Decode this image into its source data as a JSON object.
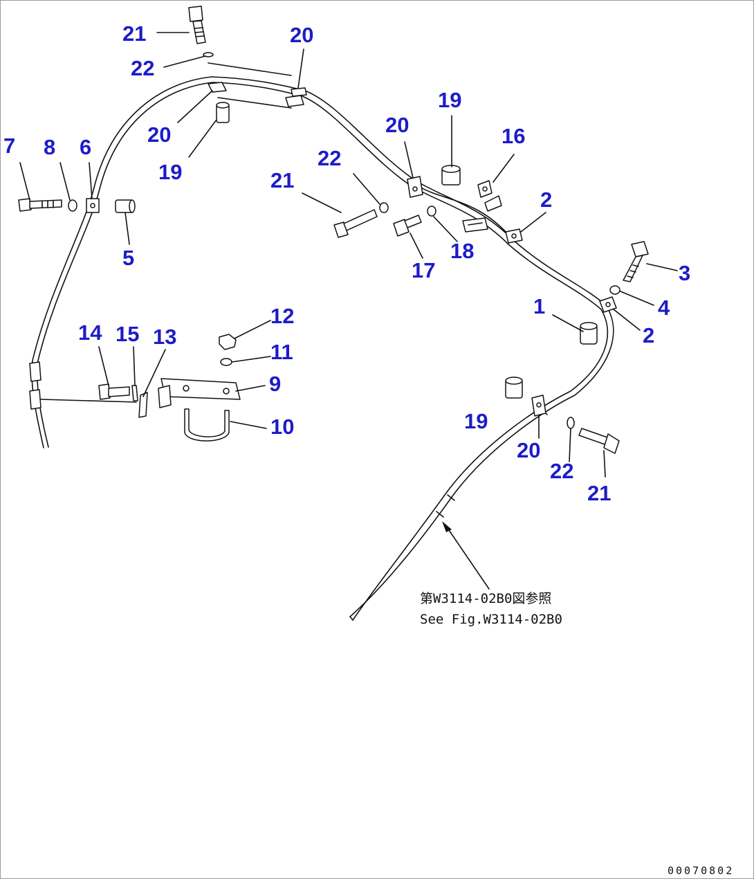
{
  "callouts": [
    {
      "id": "c1",
      "text": "21"
    },
    {
      "id": "c2",
      "text": "22"
    },
    {
      "id": "c3",
      "text": "20"
    },
    {
      "id": "c4",
      "text": "20"
    },
    {
      "id": "c5",
      "text": "19"
    },
    {
      "id": "c6",
      "text": "7"
    },
    {
      "id": "c7",
      "text": "8"
    },
    {
      "id": "c8",
      "text": "6"
    },
    {
      "id": "c9",
      "text": "5"
    },
    {
      "id": "c10",
      "text": "19"
    },
    {
      "id": "c11",
      "text": "20"
    },
    {
      "id": "c12",
      "text": "22"
    },
    {
      "id": "c13",
      "text": "21"
    },
    {
      "id": "c14",
      "text": "16"
    },
    {
      "id": "c15",
      "text": "2"
    },
    {
      "id": "c16",
      "text": "17"
    },
    {
      "id": "c17",
      "text": "18"
    },
    {
      "id": "c18",
      "text": "3"
    },
    {
      "id": "c19",
      "text": "1"
    },
    {
      "id": "c20",
      "text": "4"
    },
    {
      "id": "c21",
      "text": "2"
    },
    {
      "id": "c22",
      "text": "12"
    },
    {
      "id": "c23",
      "text": "11"
    },
    {
      "id": "c24",
      "text": "14"
    },
    {
      "id": "c25",
      "text": "15"
    },
    {
      "id": "c26",
      "text": "13"
    },
    {
      "id": "c27",
      "text": "9"
    },
    {
      "id": "c28",
      "text": "10"
    },
    {
      "id": "c29",
      "text": "19"
    },
    {
      "id": "c30",
      "text": "20"
    },
    {
      "id": "c31",
      "text": "22"
    },
    {
      "id": "c32",
      "text": "21"
    }
  ],
  "reference_note": {
    "line_jp": "第W3114-02B0図参照",
    "line_en": "See Fig.W3114-02B0"
  },
  "document_number": "00070802"
}
